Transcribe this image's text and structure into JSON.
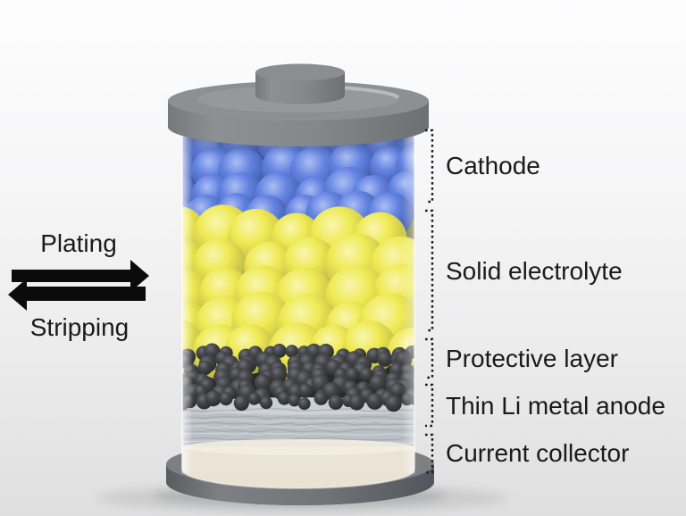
{
  "process": {
    "plating": "Plating",
    "stripping": "Stripping"
  },
  "layer_labels": [
    {
      "text": "Cathode"
    },
    {
      "text": "Solid electrolyte"
    },
    {
      "text": "Protective layer"
    },
    {
      "text": "Thin Li metal anode"
    },
    {
      "text": "Current collector"
    }
  ],
  "colors": {
    "label_text": "#1a1a1a",
    "arrow": "#0b0b0b",
    "cathode": {
      "light": "#a7baf2",
      "mid": "#5a7ce0",
      "dark": "#3552a4",
      "edge": "#24396f",
      "zone": "#2c3e74"
    },
    "electrolyte": {
      "light": "#f9f6ac",
      "mid": "#efe94a",
      "dark": "#bdb83c",
      "edge": "#6d6b38",
      "zone": "#6a682f"
    },
    "protective": {
      "light": "#64676c",
      "mid": "#3b3d41",
      "dark": "#232428",
      "edge": "#141517",
      "zone": "#1b1c1e"
    },
    "anode": {
      "base": "#b5bcc2",
      "fiber_light": "#dbe1e5",
      "fiber_dark": "#8d959c",
      "sheen": "#c6cdd2"
    },
    "collector": {
      "base": "#eae3d4",
      "sheen": "#f2ecdf"
    },
    "casing": {
      "light": "#8d9093",
      "mid": "#85888b",
      "dark": "#6d7073",
      "base_top": "#7d8083",
      "base_bottom": "#595c5f"
    },
    "glass_highlight": "#ffffff"
  }
}
